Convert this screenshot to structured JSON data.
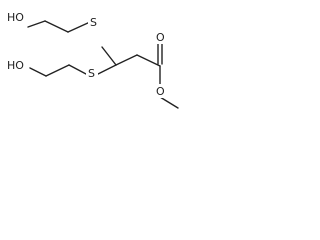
{
  "molecule": {
    "atom_labels": {
      "ho_top": "HO",
      "s_top": "S",
      "ho_bottom": "HO",
      "s_bottom": "S",
      "o_carbonyl": "O",
      "o_ester": "O"
    }
  },
  "colors": {
    "bond": "#222222",
    "background": "#ffffff"
  }
}
